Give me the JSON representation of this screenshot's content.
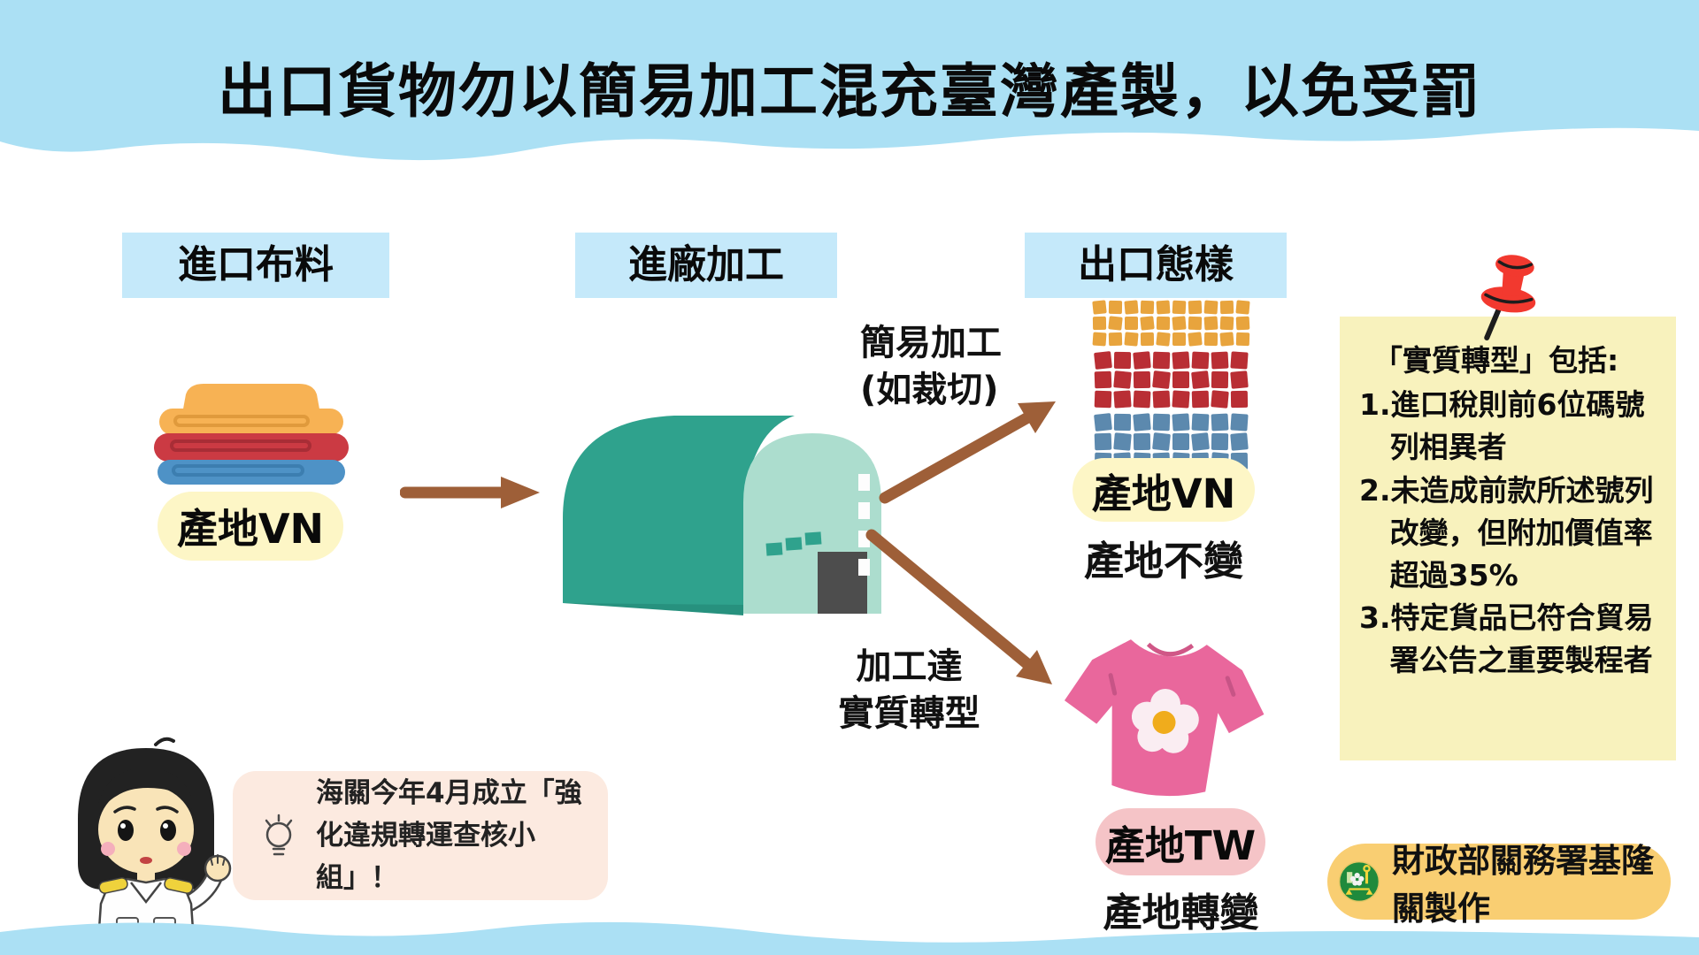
{
  "title": "出口貨物勿以簡易加工混充臺灣產製，以免受罰",
  "columns": {
    "import": {
      "header": "進口布料",
      "origin_label": "產地VN"
    },
    "factory": {
      "header": "進廠加工"
    },
    "export": {
      "header": "出口態樣",
      "simple": {
        "origin_label": "產地VN",
        "caption": "產地不變"
      },
      "transformed": {
        "origin_label": "產地TW",
        "caption": "產地轉變"
      }
    }
  },
  "arrows": {
    "simple_processing": {
      "line1": "簡易加工",
      "line2": "(如裁切)"
    },
    "substantial_processing": {
      "line1": "加工達",
      "line2": "實質轉型"
    }
  },
  "note": {
    "heading": "「實質轉型」包括:",
    "items": [
      "1.進口稅則前6位碼號列相異者",
      "2.未造成前款所述號列改變，但附加價值率超過35%",
      "3.特定貨品已符合貿易署公告之重要製程者"
    ]
  },
  "speech": {
    "text": "海關今年4月成立「強化違規轉運查核小組」！"
  },
  "credit": {
    "text": "財政部關務署基隆關製作"
  },
  "icons": {
    "pushpin": "red-pushpin",
    "lightbulb": "idea-lightbulb-outline",
    "customs_logo": "green-customs-agency-emblem",
    "arrows": "brown-solid-arrows"
  },
  "colors": {
    "banner_blue": "#ABE0F4",
    "header_blue": "#C5E9FA",
    "pill_yellow": "#FDF6C6",
    "note_yellow": "#F8F2BD",
    "pill_pink": "#F5C4C7",
    "speech_peach": "#FCEAE0",
    "badge_yellow": "#F9CE72",
    "arrow_brown": "#9E5F38",
    "factory_teal": "#2FA28D",
    "tshirt_pink": "#E9679C",
    "swatch_orange": "#E8A43D",
    "swatch_red": "#B92E34",
    "swatch_blue": "#5C89AE"
  }
}
